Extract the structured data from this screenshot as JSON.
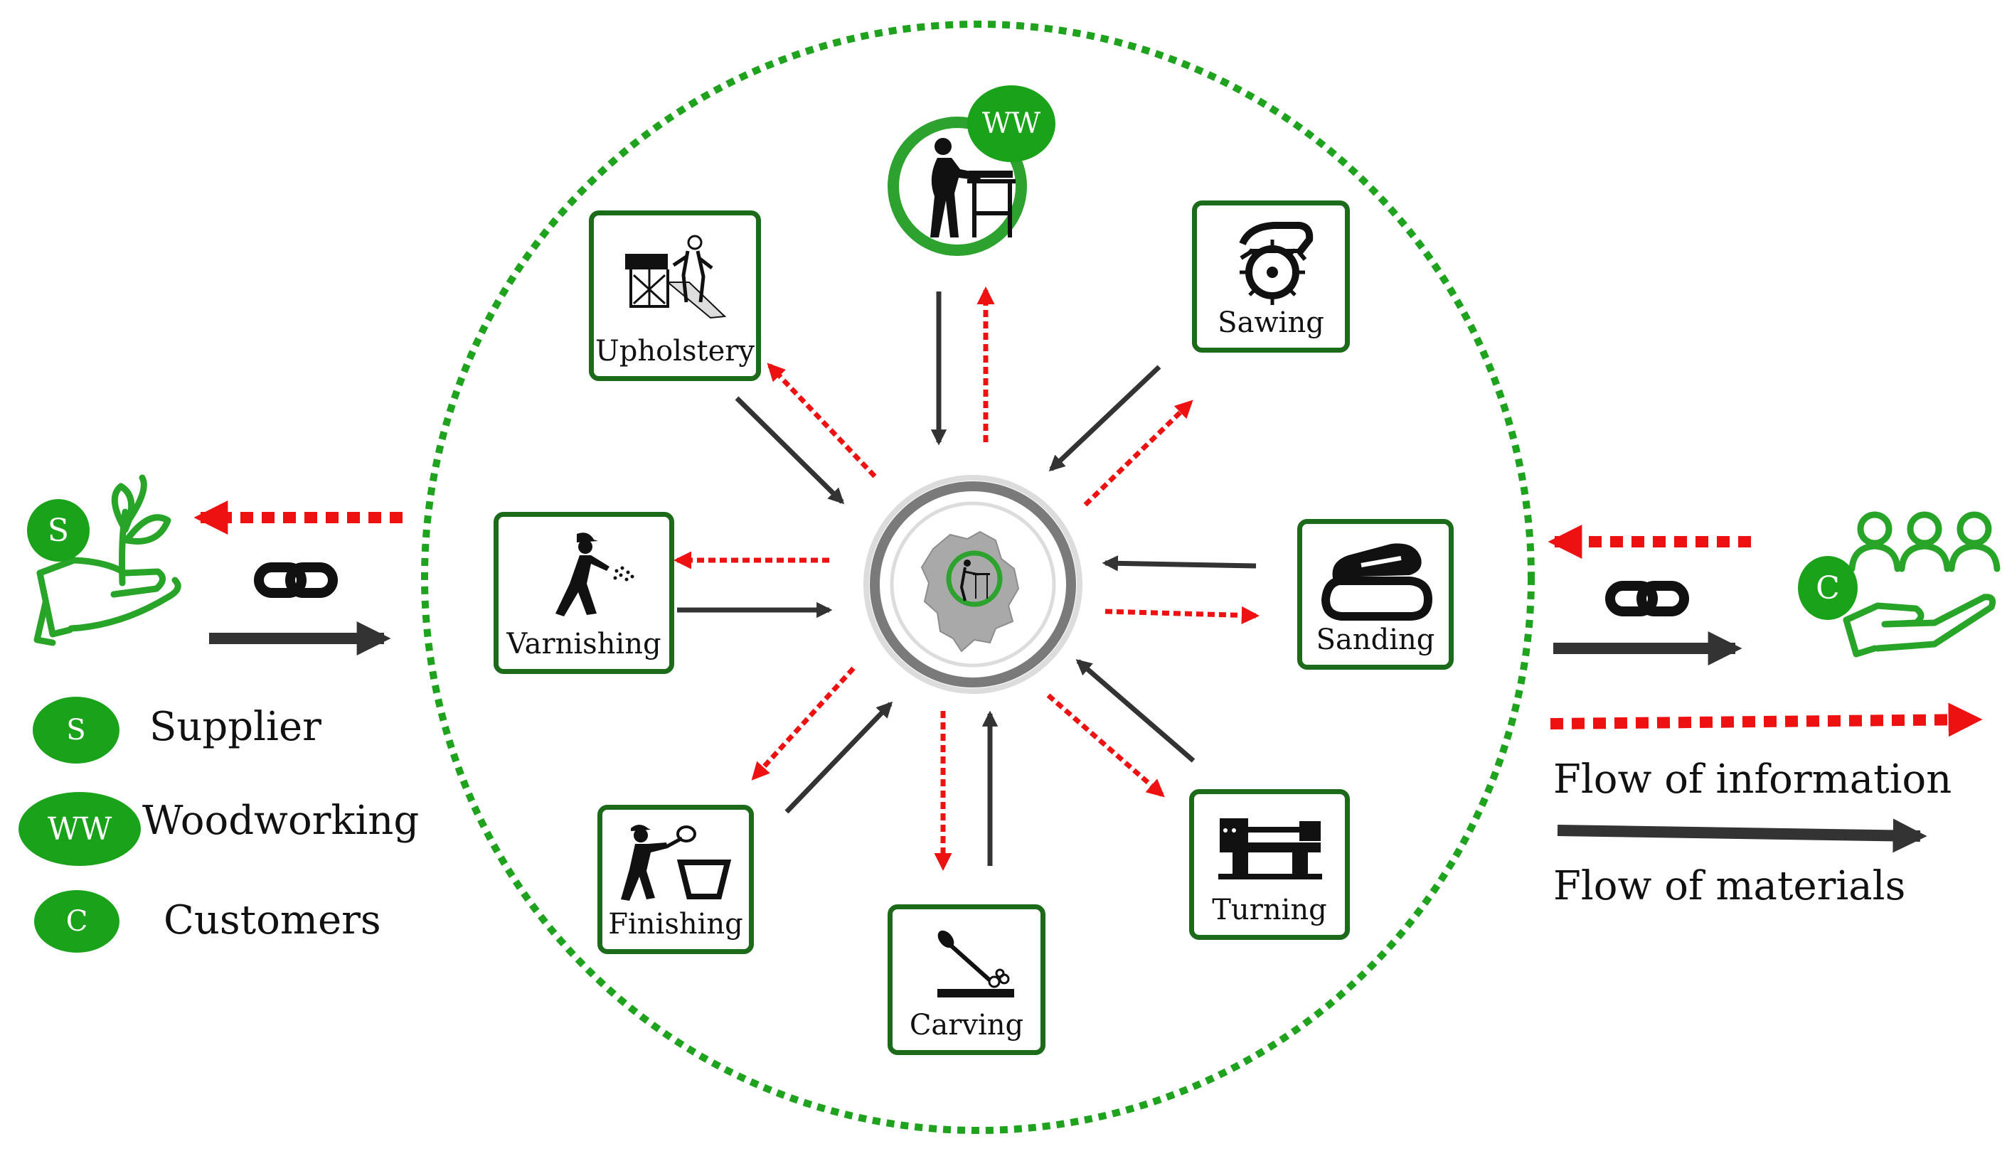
{
  "processes": {
    "upholstery": "Upholstery",
    "sawing": "Sawing",
    "varnishing": "Varnishing",
    "sanding": "Sanding",
    "finishing": "Finishing",
    "turning": "Turning",
    "carving": "Carving"
  },
  "badges": {
    "supplier": "S",
    "woodworking": "WW",
    "customers": "C"
  },
  "legend": {
    "supplier": "Supplier",
    "woodworking": "Woodworking",
    "customers": "Customers",
    "flow_information": "Flow of information",
    "flow_materials": "Flow of materials"
  },
  "colors": {
    "info_flow": "#ee1111",
    "material_flow": "#333333",
    "boundary": "#1fa31f",
    "box_border": "#1b6b1b",
    "badge": "#1aa31a"
  },
  "icons": {
    "supplier": "hand-plant-icon",
    "customers": "hand-people-icon",
    "link": "chain-link-icon",
    "hub": "region-map-icon"
  }
}
